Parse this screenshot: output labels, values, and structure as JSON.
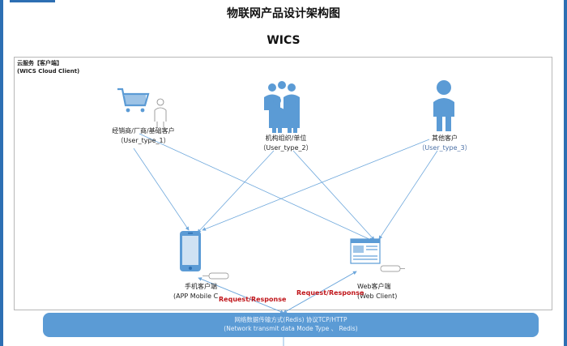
{
  "title": "物联网产品设计架构图",
  "subtitle": "WICS",
  "cloud": {
    "label_cn": "云服务【客户端】",
    "label_en": "(WICS Cloud Client)"
  },
  "users": [
    {
      "label": "经销商/厂商/基础客户",
      "type": "（User_type_1）",
      "icon": "shopping-cart-person-icon"
    },
    {
      "label": "机构组织/单位",
      "type": "（User_type_2）",
      "icon": "people-group-icon"
    },
    {
      "label": "其他客户",
      "type": "（User_type_3）",
      "icon": "person-icon"
    }
  ],
  "clients": {
    "mobile": {
      "label_cn": "手机客户端",
      "label_en": "(APP Mobile C",
      "icon": "smartphone-icon"
    },
    "web": {
      "label_cn": "Web客户端",
      "label_en": "(Web Client)",
      "icon": "browser-window-icon"
    }
  },
  "request_response": "Request/Response",
  "bus": {
    "line1": "网络数据传输方式(Redis) 协议TCP/HTTP",
    "line2": "(Network transmit data Mode Type 、 Redis)"
  },
  "colors": {
    "accent": "#5b9bd5",
    "arrow": "#6fa8dc",
    "edge": "#2d6fb3",
    "request_text": "#c0151a"
  }
}
